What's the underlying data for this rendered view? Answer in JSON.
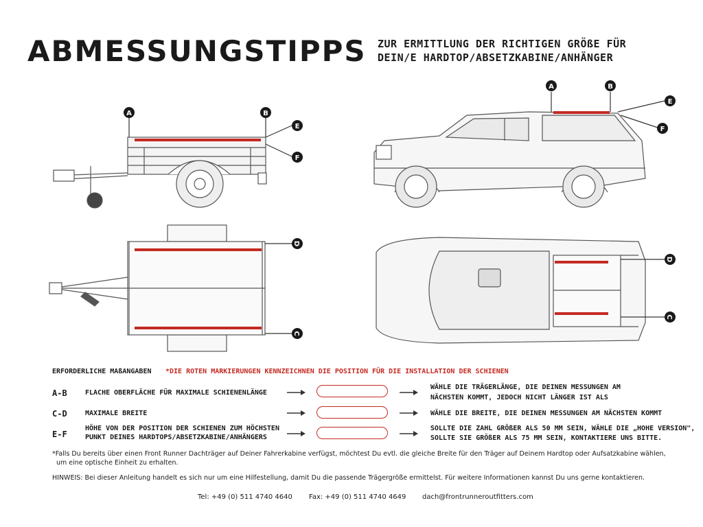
{
  "header": {
    "title": "ABMESSUNGSTIPPS",
    "subtitle_line1": "ZUR ERMITTLUNG DER RICHTIGEN GRÖßE FÜR",
    "subtitle_line2": "DEIN/E HARDTOP/ABSETZKABINE/ANHÄNGER"
  },
  "markers": {
    "a": "A",
    "b": "B",
    "c": "C",
    "d": "D",
    "e": "E",
    "f": "F"
  },
  "colors": {
    "rail_red": "#c42a22",
    "marker_fill": "#1a1a1a",
    "line_art": "#555555"
  },
  "requirements": {
    "heading": "ERFORDERLICHE MAßANGABEN",
    "red_note": "*DIE ROTEN MARKIERUNGEN KENNZEICHNEN DIE POSITION FÜR DIE INSTALLATION DER SCHIENEN",
    "rows": [
      {
        "code": "A-B",
        "description": "FLACHE OBERFLÄCHE FÜR MAXIMALE SCHIENENLÄNGE",
        "result_line1": "WÄHLE DIE TRÄGERLÄNGE, DIE DEINEN MESSUNGEN AM",
        "result_line2": "NÄCHSTEN KOMMT, JEDOCH NICHT LÄNGER IST ALS"
      },
      {
        "code": "C-D",
        "description": "MAXIMALE BREITE",
        "result_line1": "WÄHLE DIE BREITE, DIE DEINEN MESSUNGEN AM NÄCHSTEN KOMMT"
      },
      {
        "code": "E-F",
        "description_line1": "HÖHE VON DER POSITION DER SCHIENEN ZUM HÖCHSTEN",
        "description_line2": "PUNKT DEINES HARDTOPS/ABSETZKABINE/ANHÄNGERS",
        "result_line1": "SOLLTE DIE ZAHL GRÖßER ALS 50 MM SEIN, WÄHLE DIE „HOHE VERSION\",",
        "result_line2": "SOLLTE SIE GRÖßER ALS 75 MM SEIN, KONTAKTIERE UNS BITTE."
      }
    ]
  },
  "notes": {
    "footnote_line1": "*Falls Du bereits über einen Front Runner Dachträger auf Deiner Fahrerkabine verfügst, möchtest Du evtl. die gleiche Breite für den Träger auf Deinem Hardtop oder Aufsatzkabine wählen,",
    "footnote_line2": "um eine optische Einheit zu erhalten.",
    "hinweis": "HINWEIS: Bei dieser Anleitung handelt es sich nur um eine Hilfestellung, damit Du die passende Trägergröße ermittelst. Für weitere Informationen kannst Du uns gerne kontaktieren."
  },
  "footer": {
    "tel": "Tel: +49 (0) 511 4740 4640",
    "fax": "Fax: +49 (0) 511 4740 4649",
    "email": "dach@frontrunneroutfitters.com"
  }
}
